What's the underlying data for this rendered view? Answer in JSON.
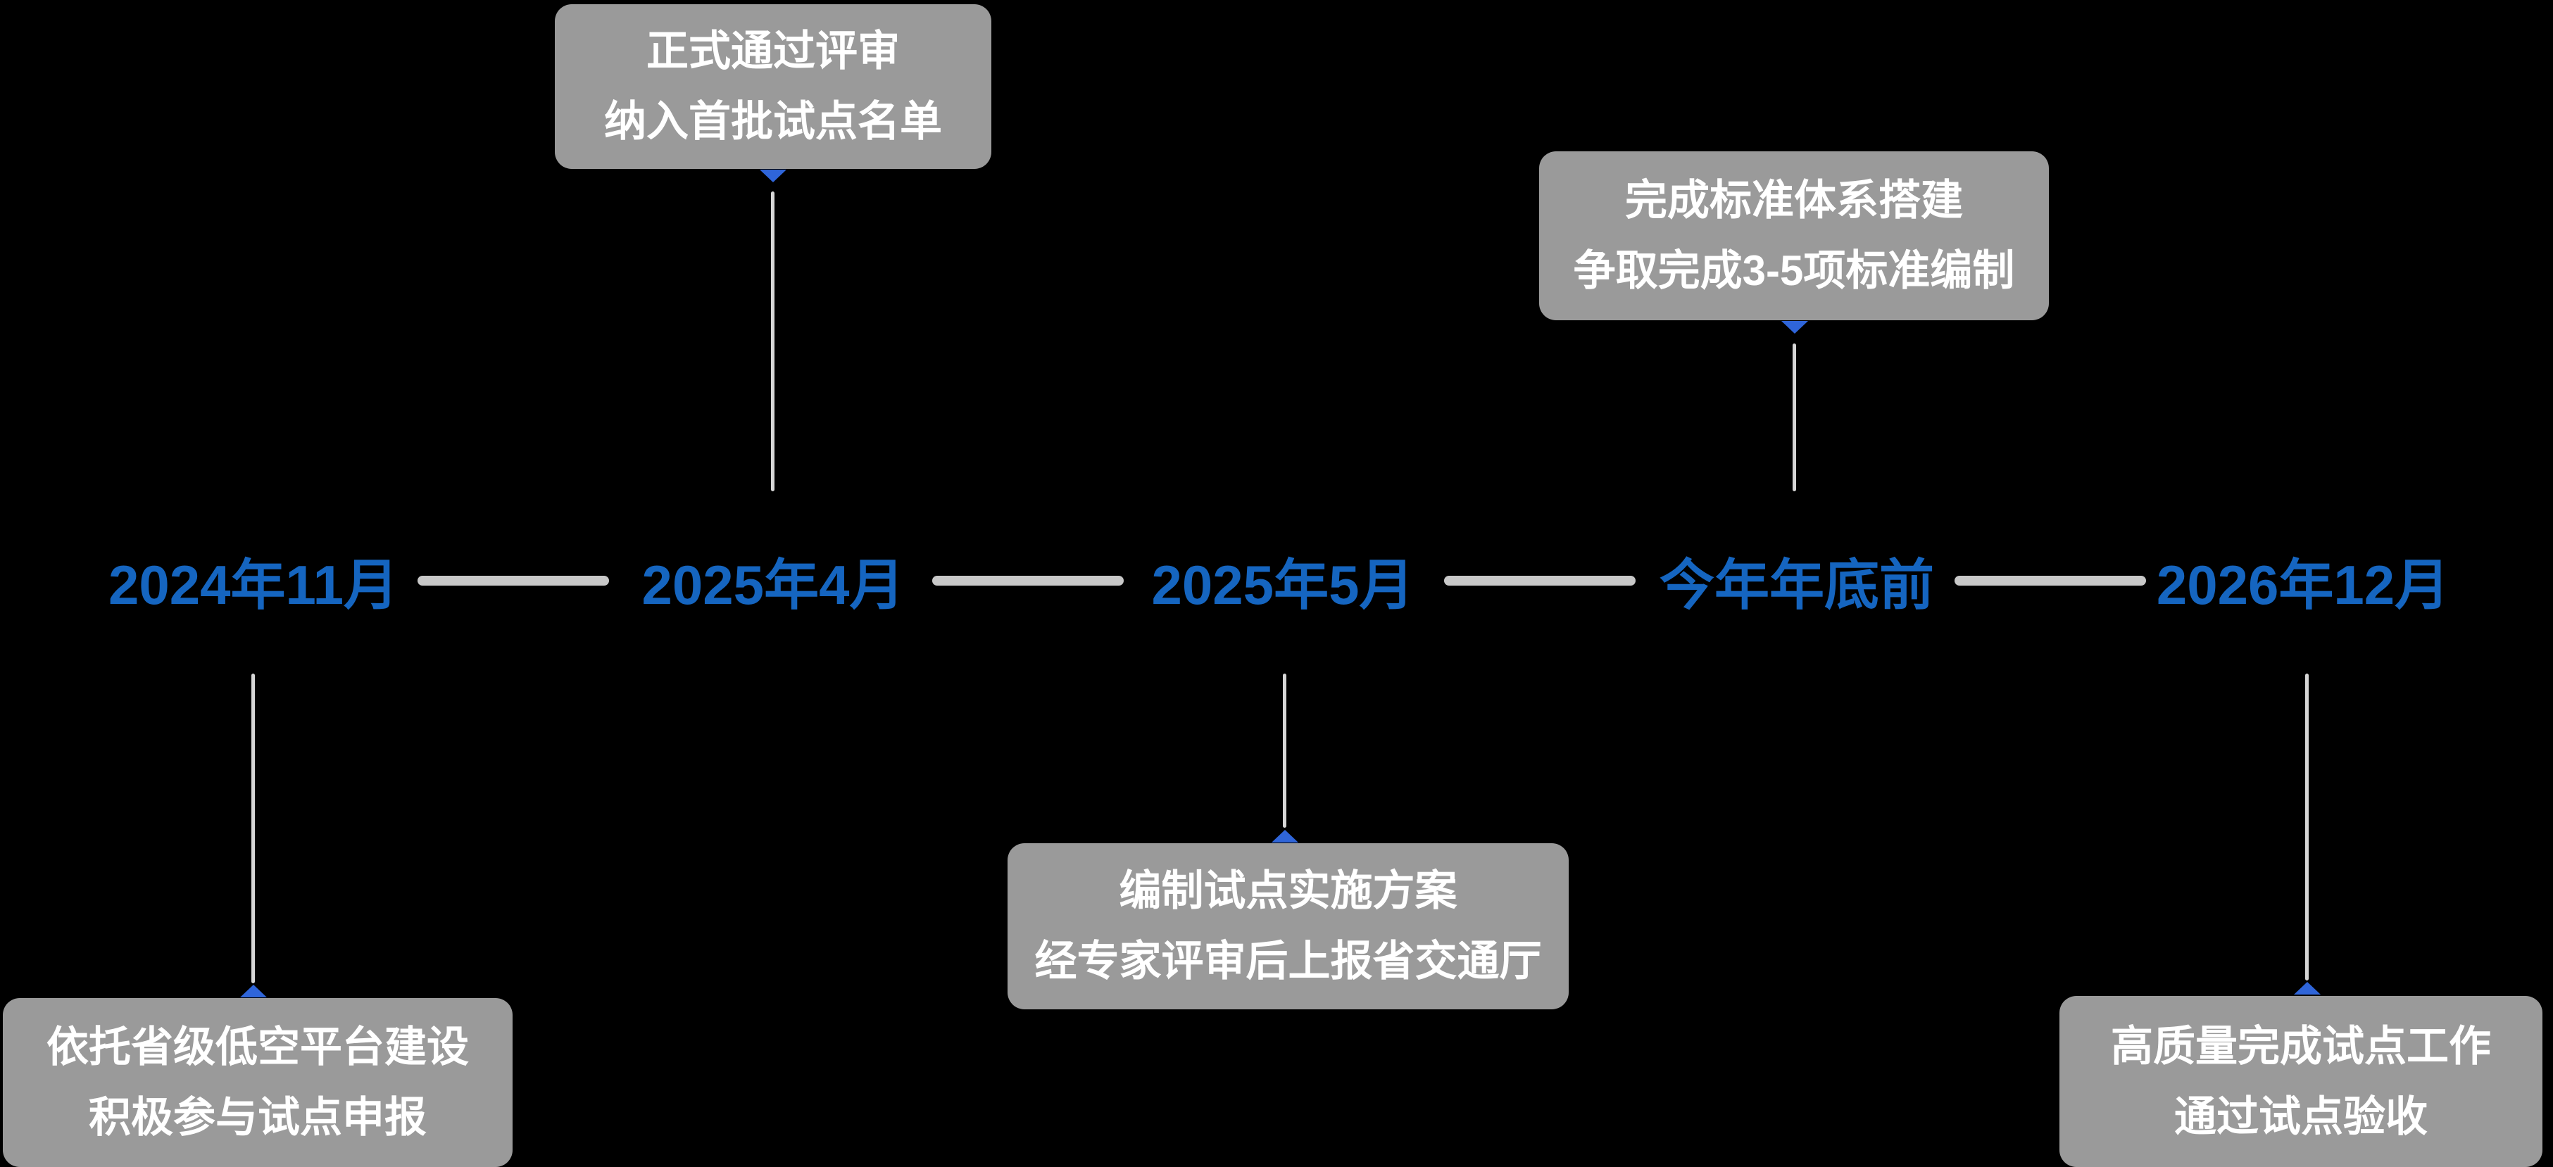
{
  "diagram": {
    "type": "timeline",
    "colors": {
      "background": "#000000",
      "date_text": "#1565c0",
      "arrow": "#2f65d9",
      "box_background": "#9a9a9a",
      "box_text": "#ffffff",
      "connector_line": "#d6d6d6",
      "timeline_dash": "#c8c8c8"
    },
    "icons": {
      "arrow_down_icon": "css-triangle-down",
      "arrow_up_icon": "css-triangle-up"
    },
    "milestones": [
      {
        "date": "2024年11月",
        "detail_position": "below",
        "lines": [
          "依托省级低空平台建设",
          "积极参与试点申报"
        ]
      },
      {
        "date": "2025年4月",
        "detail_position": "above",
        "lines": [
          "正式通过评审",
          "纳入首批试点名单"
        ]
      },
      {
        "date": "2025年5月",
        "detail_position": "below",
        "lines": [
          "编制试点实施方案",
          "经专家评审后上报省交通厅"
        ]
      },
      {
        "date": "今年年底前",
        "detail_position": "above",
        "lines": [
          "完成标准体系搭建",
          "争取完成3-5项标准编制"
        ]
      },
      {
        "date": "2026年12月",
        "detail_position": "below",
        "lines": [
          "高质量完成试点工作",
          "通过试点验收"
        ]
      }
    ]
  }
}
